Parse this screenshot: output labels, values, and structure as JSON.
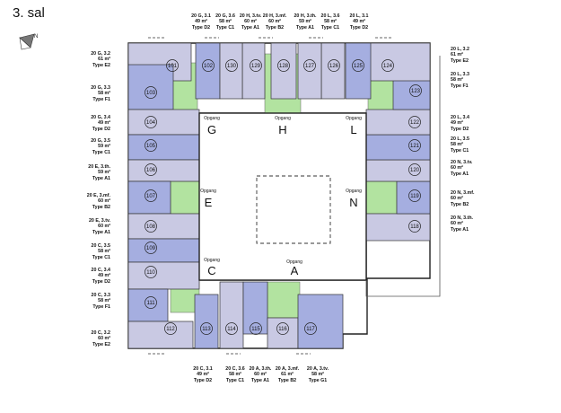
{
  "floor_title": "3. sal",
  "colors": {
    "type_a": "#c9c9e3",
    "type_b": "#a5aee0",
    "stair": "#b2e3a0",
    "wall": "#222222"
  },
  "icons": {
    "north": "north-arrow-icon"
  },
  "stairs": [
    {
      "key": "G",
      "label": "Opgang",
      "letter": "G"
    },
    {
      "key": "H",
      "label": "Opgang",
      "letter": "H"
    },
    {
      "key": "L",
      "label": "Opgang",
      "letter": "L"
    },
    {
      "key": "E",
      "label": "Opgang",
      "letter": "E"
    },
    {
      "key": "N",
      "label": "Opgang",
      "letter": "N"
    },
    {
      "key": "C",
      "label": "Opgang",
      "letter": "C"
    },
    {
      "key": "A",
      "label": "Opgang",
      "letter": "A"
    }
  ],
  "apartments": [
    {
      "no": "101",
      "addr": "20 G, 3.2",
      "area": "61 m²",
      "type": "Type E2"
    },
    {
      "no": "102",
      "addr": "20 G, 3.1",
      "area": "49 m²",
      "type": "Type D2"
    },
    {
      "no": "103",
      "addr": "20 G, 3.3",
      "area": "58 m²",
      "type": "Type F1"
    },
    {
      "no": "104",
      "addr": "20 G, 3.4",
      "area": "49 m²",
      "type": "Type D2"
    },
    {
      "no": "105",
      "addr": "20 G, 3.5",
      "area": "59 m²",
      "type": "Type C1"
    },
    {
      "no": "106",
      "addr": "20 E, 3.th.",
      "area": "59 m²",
      "type": "Type A1"
    },
    {
      "no": "107",
      "addr": "20 E, 3.mf.",
      "area": "60 m²",
      "type": "Type B2"
    },
    {
      "no": "108",
      "addr": "20 E, 3.tv.",
      "area": "60 m²",
      "type": "Type A1"
    },
    {
      "no": "109",
      "addr": "20 C, 3.5",
      "area": "58 m²",
      "type": "Type C1"
    },
    {
      "no": "110",
      "addr": "20 C, 3.4",
      "area": "49 m²",
      "type": "Type D2"
    },
    {
      "no": "111",
      "addr": "20 C, 3.3",
      "area": "58 m²",
      "type": "Type F1"
    },
    {
      "no": "112",
      "addr": "20 C, 3.2",
      "area": "60 m²",
      "type": "Type E2"
    },
    {
      "no": "113",
      "addr": "20 C, 3.1",
      "area": "49 m²",
      "type": "Type D2"
    },
    {
      "no": "114",
      "addr": "20 C, 3.6",
      "area": "58 m²",
      "type": "Type C1"
    },
    {
      "no": "115",
      "addr": "20 A, 3.th.",
      "area": "60 m²",
      "type": "Type A1"
    },
    {
      "no": "116",
      "addr": "20 A, 3.mf.",
      "area": "61 m²",
      "type": "Type B2"
    },
    {
      "no": "117",
      "addr": "20 A, 3.tv.",
      "area": "58 m²",
      "type": "Type G1"
    },
    {
      "no": "118",
      "addr": "20 N, 3.th.",
      "area": "60 m²",
      "type": "Type A1"
    },
    {
      "no": "119",
      "addr": "20 N, 3.mf.",
      "area": "60 m²",
      "type": "Type B2"
    },
    {
      "no": "120",
      "addr": "20 N, 3.tv.",
      "area": "60 m²",
      "type": "Type A1"
    },
    {
      "no": "121",
      "addr": "20 L, 3.5",
      "area": "58 m²",
      "type": "Type C1"
    },
    {
      "no": "122",
      "addr": "20 L, 3.4",
      "area": "49 m²",
      "type": "Type D2"
    },
    {
      "no": "123",
      "addr": "20 L, 3.3",
      "area": "58 m²",
      "type": "Type F1"
    },
    {
      "no": "124",
      "addr": "20 L, 3.2",
      "area": "61 m²",
      "type": "Type E2"
    },
    {
      "no": "125",
      "addr": "20 L, 3.1",
      "area": "49 m²",
      "type": "Type D2"
    },
    {
      "no": "126",
      "addr": "20 L, 3.6",
      "area": "58 m²",
      "type": "Type C1"
    },
    {
      "no": "127",
      "addr": "20 H, 3.th.",
      "area": "59 m²",
      "type": "Type A1"
    },
    {
      "no": "128",
      "addr": "20 H, 3.mf.",
      "area": "60 m²",
      "type": "Type B2"
    },
    {
      "no": "129",
      "addr": "20 H, 3.tv.",
      "area": "60 m²",
      "type": "Type A1"
    },
    {
      "no": "130",
      "addr": "20 G, 3.6",
      "area": "58 m²",
      "type": "Type C1"
    }
  ]
}
